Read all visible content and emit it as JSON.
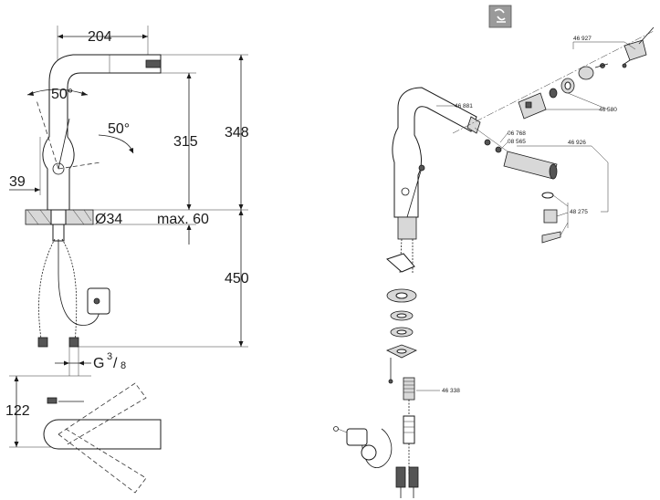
{
  "left_drawing": {
    "dimensions": {
      "width_204": "204",
      "angle_top": "50°",
      "angle_side": "50°",
      "height_315": "315",
      "height_348": "348",
      "offset_39": "39",
      "hole_diameter": "Ø34",
      "max_thickness": "max. 60",
      "height_450": "450",
      "thread": "G",
      "thread_num": "3",
      "thread_den": "8",
      "depth_122": "122"
    }
  },
  "right_drawing": {
    "icon": "water-saving-icon",
    "part_numbers": {
      "p46927": "46 927",
      "p46881": "46 881",
      "p46580": "46 580",
      "p06768": "06 768",
      "p08565": "08 565",
      "p46926": "46 926",
      "p48275": "48 275",
      "p46338": "46 338"
    }
  }
}
